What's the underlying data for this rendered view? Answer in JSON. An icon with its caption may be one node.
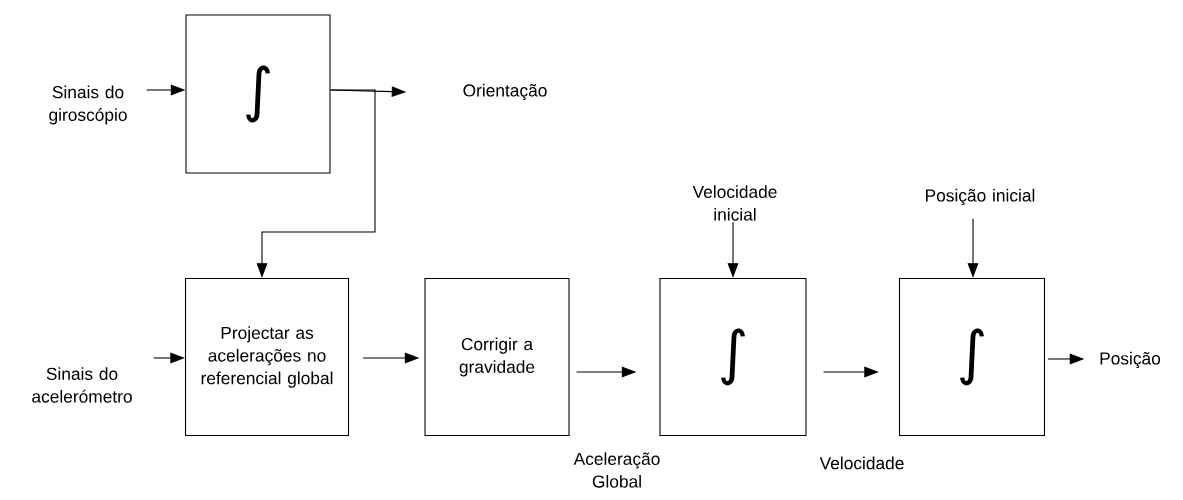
{
  "diagram": {
    "nodes": [
      {
        "text": [
          "Sinais do giroscópio"
        ]
      },
      {
        "text": [
          "∫"
        ]
      },
      {
        "text": [
          "Orientação"
        ]
      },
      {
        "text": [
          "Sinais do acelerómetro"
        ]
      },
      {
        "text": [
          "Projectar as acelerações no referencial global"
        ]
      },
      {
        "text": [
          "Corrigir a gravidade"
        ]
      },
      {
        "text": [
          "∫"
        ]
      },
      {
        "text": [
          "∫"
        ]
      },
      {
        "text": [
          "Velocidade inicial"
        ]
      },
      {
        "text": [
          "Posição inicial"
        ]
      },
      {
        "text": [
          "Posição"
        ]
      }
    ],
    "edges": [
      {
        "from": 0,
        "to": 1,
        "arrow": "to"
      },
      {
        "from": 1,
        "to": 2,
        "arrow": "to"
      },
      {
        "from": 1,
        "to": 4,
        "arrow": "to"
      },
      {
        "from": 3,
        "to": 4,
        "arrow": "to"
      },
      {
        "from": 4,
        "to": 5,
        "arrow": "to"
      },
      {
        "from": 5,
        "to": 6,
        "arrow": "to",
        "label": "Aceleração Global"
      },
      {
        "from": 6,
        "to": 7,
        "arrow": "to",
        "label": "Velocidade"
      },
      {
        "from": 8,
        "to": 6,
        "arrow": "to"
      },
      {
        "from": 9,
        "to": 7,
        "arrow": "to"
      },
      {
        "from": 7,
        "to": 10,
        "arrow": "to"
      }
    ]
  }
}
